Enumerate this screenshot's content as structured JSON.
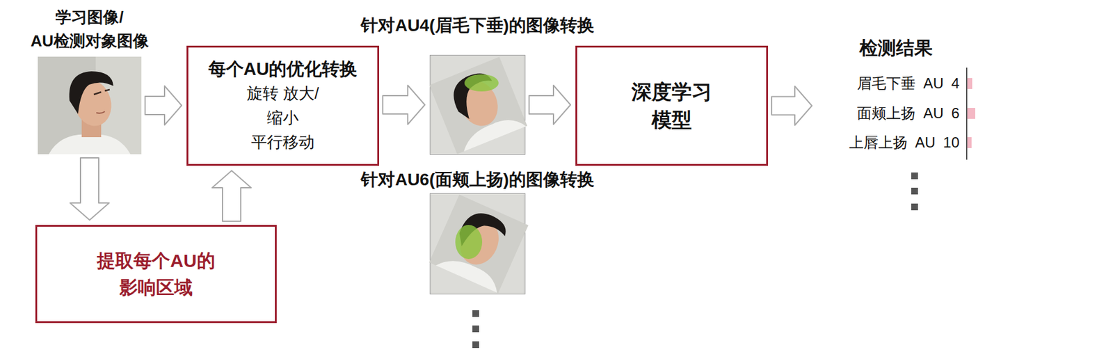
{
  "diagram": {
    "nodes": [
      {
        "text": [
          "学习图像/ AU检测对象图像"
        ]
      },
      {
        "text": [
          "每个AU的优化转换",
          "旋转 放大/缩小 平行移动"
        ]
      },
      {
        "text": [
          "针对AU4(眉毛下垂)的图像转换"
        ]
      },
      {
        "text": [
          "深度学习 模型"
        ]
      },
      {
        "text": [
          "检测结果",
          "眉毛下垂 AU 4",
          "面颊上扬 AU 6",
          "上唇上扬 AU 10"
        ]
      },
      {
        "text": [
          "提取每个AU的 影响区域"
        ]
      },
      {
        "text": [
          "针对AU6(面颊上扬)的图像转换"
        ]
      }
    ],
    "edges": [
      {
        "from": 0,
        "to": 1,
        "arrow": "to"
      },
      {
        "from": 1,
        "to": 2,
        "arrow": "to"
      },
      {
        "from": 2,
        "to": 3,
        "arrow": "to"
      },
      {
        "from": 3,
        "to": 4,
        "arrow": "to"
      },
      {
        "from": 0,
        "to": 5,
        "arrow": "to"
      },
      {
        "from": 5,
        "to": 1,
        "arrow": "to"
      }
    ]
  }
}
